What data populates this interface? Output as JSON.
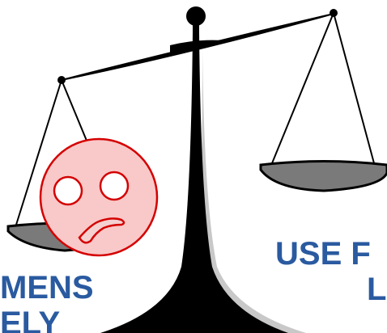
{
  "left_caption": {
    "line1": "MENS",
    "line2": "ELY"
  },
  "right_caption": {
    "line1": "USE F",
    "line2": "L"
  },
  "icons": {
    "scale": "balance-scale-icon",
    "face": "confused-face-icon"
  },
  "colors": {
    "text": "#2a5aa0",
    "scale": "#000000",
    "pan_fill": "#7a7a7a",
    "face_fill": "#f9c8c8",
    "face_stroke": "#d40000",
    "shadow": "#c8c8c8"
  }
}
